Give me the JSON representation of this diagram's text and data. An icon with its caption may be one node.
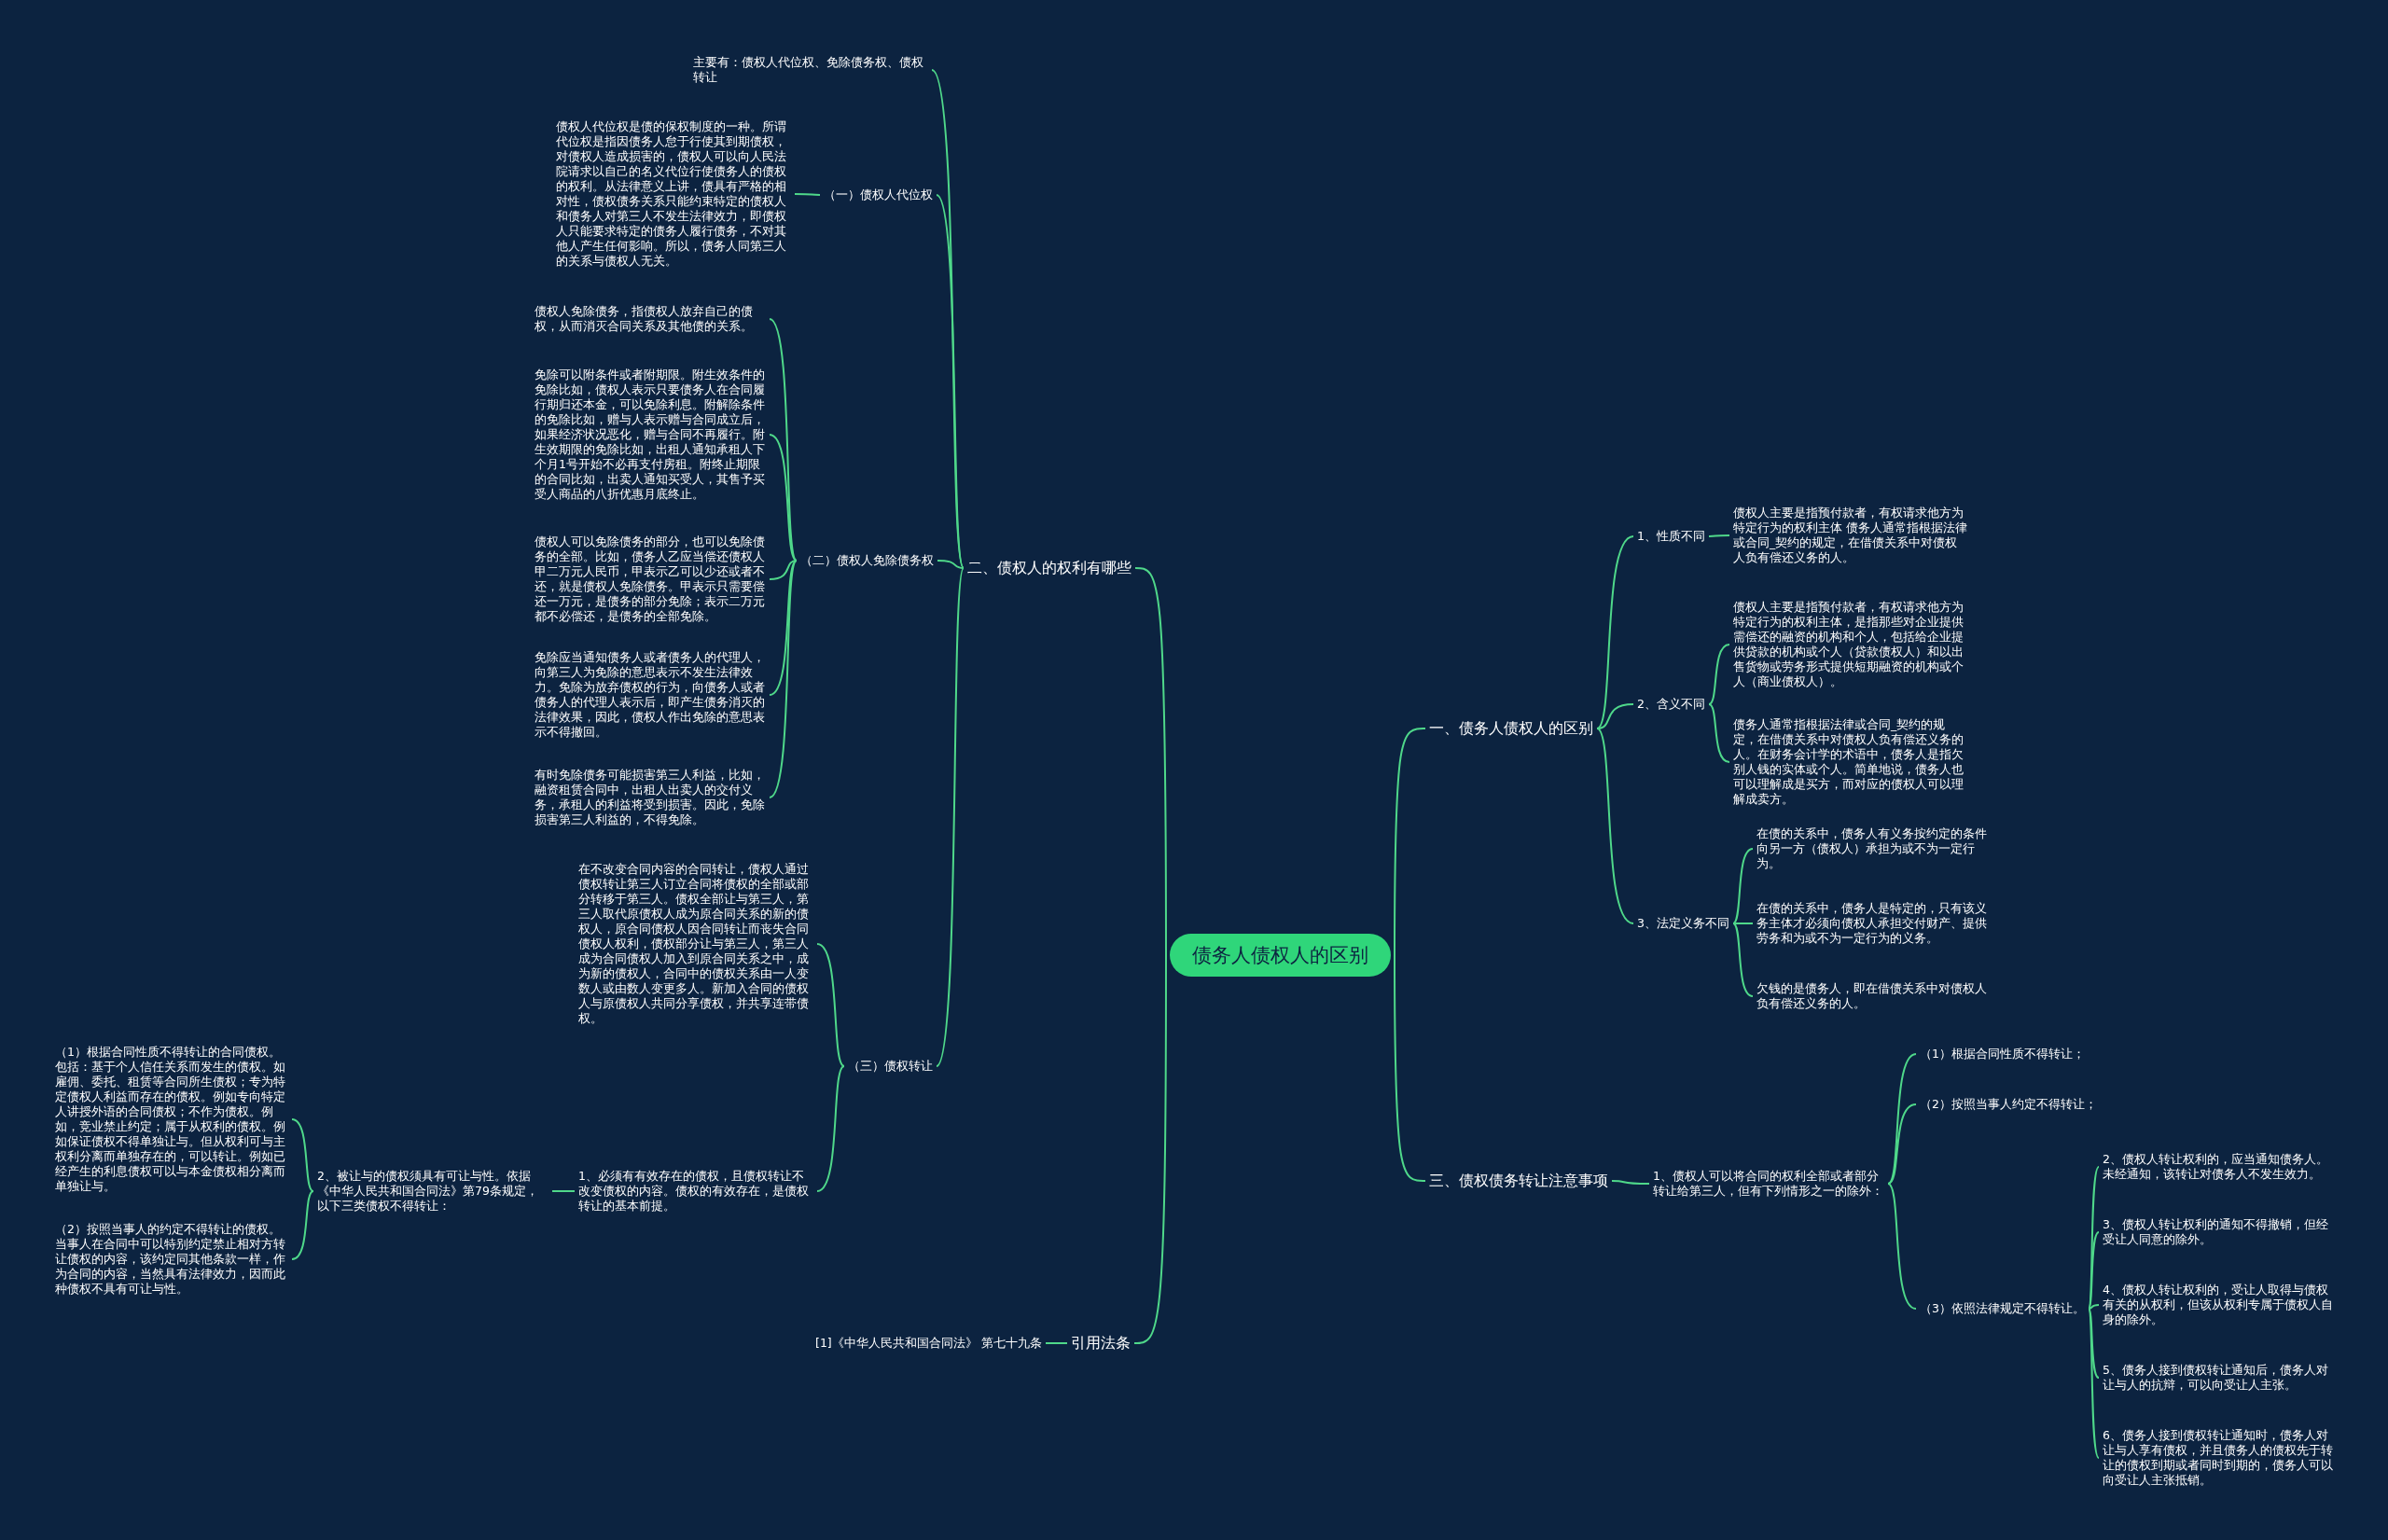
{
  "diagram": {
    "nodes": [
      {
        "text": [
          "债务人债权人的区别"
        ]
      },
      {
        "text": [
          "二、债权人的权利有哪些"
        ]
      },
      {
        "text": [
          "主要有：债权人代位权、免除债务权、债权转让"
        ]
      },
      {
        "text": [
          "（一）债权人代位权"
        ]
      },
      {
        "text": [
          "债权人代位权是债的保权制度的一种。所谓代位权是指因债务人怠于行使其到期债权，对债权人造成损害的，债权人可以向人民法院请求以自己的名义代位行使债务人的债权的权利。从法律意义上讲，债具有严格的相对性，债权债务关系只能约束特定的债权人和债务人对第三人不发生法律效力，即债权人只能要求特定的债务人履行债务，不对其他人产生任何影响。所以，债务人同第三人的关系与债权人无关。"
        ]
      },
      {
        "text": [
          "（二）债权人免除债务权"
        ]
      },
      {
        "text": [
          "债权人免除债务，指债权人放弃自己的债权，从而消灭合同关系及其他债的关系。"
        ]
      },
      {
        "text": [
          "免除可以附条件或者附期限。附生效条件的免除比如，债权人表示只要债务人在合同履行期归还本金，可以免除利息。附解除条件的免除比如，赠与人表示赠与合同成立后，如果经济状况恶化，赠与合同不再履行。附生效期限的免除比如，出租人通知承租人下个月1号开始不必再支付房租。附终止期限的合同比如，出卖人通知买受人，其售予买受人商品的八折优惠月底终止。"
        ]
      },
      {
        "text": [
          "债权人可以免除债务的部分，也可以免除债务的全部。比如，债务人乙应当偿还债权人甲二万元人民币，甲表示乙可以少还或者不还，就是债权人免除债务。甲表示只需要偿还一万元，是债务的部分免除；表示二万元都不必偿还，是债务的全部免除。"
        ]
      },
      {
        "text": [
          "免除应当通知债务人或者债务人的代理人，向第三人为免除的意思表示不发生法律效力。免除为放弃债权的行为，向债务人或者债务人的代理人表示后，即产生债务消灭的法律效果，因此，债权人作出免除的意思表示不得撤回。"
        ]
      },
      {
        "text": [
          "有时免除债务可能损害第三人利益，比如，融资租赁合同中，出租人出卖人的交付义务，承租人的利益将受到损害。因此，免除损害第三人利益的，不得免除。"
        ]
      },
      {
        "text": [
          "（三）债权转让"
        ]
      },
      {
        "text": [
          "在不改变合同内容的合同转让，债权人通过债权转让第三人订立合同将债权的全部或部分转移于第三人。债权全部让与第三人，第三人取代原债权人成为原合同关系的新的债权人，原合同债权人因合同转让而丧失合同债权人权利，债权部分让与第三人，第三人成为合同债权人加入到原合同关系之中，成为新的债权人，合同中的债权关系由一人变数人或由数人变更多人。新加入合同的债权人与原债权人共同分享债权，并共享连带债权。"
        ]
      },
      {
        "text": [
          "1、必须有有效存在的债权，且债权转让不改变债权的内容。债权的有效存在，是债权转让的基本前提。"
        ]
      },
      {
        "text": [
          "2、被让与的债权须具有可让与性。依据《中华人民共和国合同法》第79条规定，以下三类债权不得转让："
        ]
      },
      {
        "text": [
          "（1）根据合同性质不得转让的合同债权。包括：基于个人信任关系而发生的债权。如雇佣、委托、租赁等合同所生债权；专为特定债权人利益而存在的债权。例如专向特定人讲授外语的合同债权；不作为债权。例如，竞业禁止约定；属于从权利的债权。例如保证债权不得单独让与。但从权利可与主权利分离而单独存在的，可以转让。例如已经产生的利息债权可以与本金债权相分离而单独让与。"
        ]
      },
      {
        "text": [
          "（2）按照当事人的约定不得转让的债权。当事人在合同中可以特别约定禁止相对方转让债权的内容，该约定同其他条款一样，作为合同的内容，当然具有法律效力，因而此种债权不具有可让与性。"
        ]
      },
      {
        "text": [
          "引用法条"
        ]
      },
      {
        "text": [
          "[1]《中华人民共和国合同法》 第七十九条"
        ]
      },
      {
        "text": [
          "一、债务人债权人的区别"
        ]
      },
      {
        "text": [
          "1、性质不同"
        ]
      },
      {
        "text": [
          "债权人主要是指预付款者，有权请求他方为特定行为的权利主体 债务人通常指根据法律或合同_契约的规定，在借债关系中对债权人负有偿还义务的人。"
        ]
      },
      {
        "text": [
          "2、含义不同"
        ]
      },
      {
        "text": [
          "债权人主要是指预付款者，有权请求他方为特定行为的权利主体，是指那些对企业提供需偿还的融资的机构和个人，包括给企业提供贷款的机构或个人（贷款债权人）和以出售货物或劳务形式提供短期融资的机构或个人（商业债权人）。"
        ]
      },
      {
        "text": [
          "债务人通常指根据法律或合同_契约的规定，在借债关系中对债权人负有偿还义务的人。在财务会计学的术语中，债务人是指欠别人钱的实体或个人。简单地说，债务人也可以理解成是买方，而对应的债权人可以理解成卖方。"
        ]
      },
      {
        "text": [
          "3、法定义务不同"
        ]
      },
      {
        "text": [
          "在债的关系中，债务人有义务按约定的条件向另一方（债权人）承担为或不为一定行为。"
        ]
      },
      {
        "text": [
          "在债的关系中，债务人是特定的，只有该义务主体才必须向债权人承担交付财产、提供劳务和为或不为一定行为的义务。"
        ]
      },
      {
        "text": [
          "欠钱的是债务人，即在借债关系中对债权人负有偿还义务的人。"
        ]
      },
      {
        "text": [
          "三、债权债务转让注意事项"
        ]
      },
      {
        "text": [
          "1、债权人可以将合同的权利全部或者部分转让给第三人，但有下列情形之一的除外："
        ]
      },
      {
        "text": [
          "（1）根据合同性质不得转让；"
        ]
      },
      {
        "text": [
          "（2）按照当事人约定不得转让；"
        ]
      },
      {
        "text": [
          "（3）依照法律规定不得转让。"
        ]
      },
      {
        "text": [
          "2、债权人转让权利的，应当通知债务人。未经通知，该转让对债务人不发生效力。"
        ]
      },
      {
        "text": [
          "3、债权人转让权利的通知不得撤销，但经受让人同意的除外。"
        ]
      },
      {
        "text": [
          "4、债权人转让权利的，受让人取得与债权有关的从权利，但该从权利专属于债权人自身的除外。"
        ]
      },
      {
        "text": [
          "5、债务人接到债权转让通知后，债务人对让与人的抗辩，可以向受让人主张。"
        ]
      },
      {
        "text": [
          "6、债务人接到债权转让通知时，债务人对让与人享有债权，并且债务人的债权先于转让的债权到期或者同时到期的，债务人可以向受让人主张抵销。"
        ]
      }
    ],
    "edges": [
      {
        "from": 0,
        "to": 1,
        "arrow": "none"
      },
      {
        "from": 1,
        "to": 2,
        "arrow": "none"
      },
      {
        "from": 1,
        "to": 3,
        "arrow": "none"
      },
      {
        "from": 3,
        "to": 4,
        "arrow": "none"
      },
      {
        "from": 1,
        "to": 5,
        "arrow": "none"
      },
      {
        "from": 5,
        "to": 6,
        "arrow": "none"
      },
      {
        "from": 5,
        "to": 7,
        "arrow": "none"
      },
      {
        "from": 5,
        "to": 8,
        "arrow": "none"
      },
      {
        "from": 5,
        "to": 9,
        "arrow": "none"
      },
      {
        "from": 5,
        "to": 10,
        "arrow": "none"
      },
      {
        "from": 1,
        "to": 11,
        "arrow": "none"
      },
      {
        "from": 11,
        "to": 12,
        "arrow": "none"
      },
      {
        "from": 11,
        "to": 13,
        "arrow": "none"
      },
      {
        "from": 13,
        "to": 14,
        "arrow": "none"
      },
      {
        "from": 14,
        "to": 15,
        "arrow": "none"
      },
      {
        "from": 14,
        "to": 16,
        "arrow": "none"
      },
      {
        "from": 0,
        "to": 17,
        "arrow": "none"
      },
      {
        "from": 17,
        "to": 18,
        "arrow": "none"
      },
      {
        "from": 0,
        "to": 19,
        "arrow": "none"
      },
      {
        "from": 19,
        "to": 20,
        "arrow": "none"
      },
      {
        "from": 20,
        "to": 21,
        "arrow": "none"
      },
      {
        "from": 19,
        "to": 22,
        "arrow": "none"
      },
      {
        "from": 22,
        "to": 23,
        "arrow": "none"
      },
      {
        "from": 22,
        "to": 24,
        "arrow": "none"
      },
      {
        "from": 19,
        "to": 25,
        "arrow": "none"
      },
      {
        "from": 25,
        "to": 26,
        "arrow": "none"
      },
      {
        "from": 25,
        "to": 27,
        "arrow": "none"
      },
      {
        "from": 25,
        "to": 28,
        "arrow": "none"
      },
      {
        "from": 0,
        "to": 29,
        "arrow": "none"
      },
      {
        "from": 29,
        "to": 30,
        "arrow": "none"
      },
      {
        "from": 30,
        "to": 31,
        "arrow": "none"
      },
      {
        "from": 30,
        "to": 32,
        "arrow": "none"
      },
      {
        "from": 30,
        "to": 33,
        "arrow": "none"
      },
      {
        "from": 33,
        "to": 34,
        "arrow": "none"
      },
      {
        "from": 33,
        "to": 35,
        "arrow": "none"
      },
      {
        "from": 33,
        "to": 36,
        "arrow": "none"
      },
      {
        "from": 33,
        "to": 37,
        "arrow": "none"
      },
      {
        "from": 33,
        "to": 38,
        "arrow": "none"
      }
    ]
  }
}
